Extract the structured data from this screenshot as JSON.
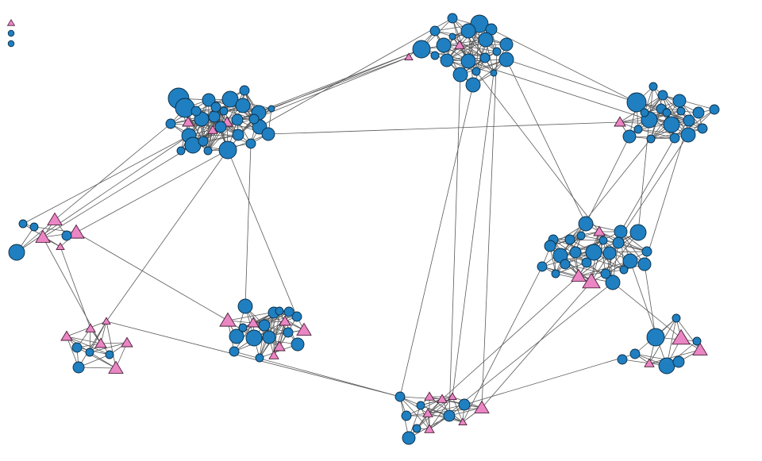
{
  "colors": {
    "node_a": "#1f7fc0",
    "node_b": "#ea86c4",
    "edge": "#5a5a5a"
  },
  "legend": {
    "entries": [
      {
        "shape": "triangle",
        "color": "#ea86c4",
        "label": ""
      },
      {
        "shape": "circle",
        "color": "#1f7fc0",
        "label": ""
      },
      {
        "shape": "circle",
        "color": "#1f7fc0",
        "label": ""
      }
    ]
  },
  "clusters": [
    {
      "id": "c-topcenter",
      "nodes": 22,
      "shape_mix": "mostly-circle"
    },
    {
      "id": "c-topleft",
      "nodes": 30,
      "shape_mix": "mostly-circle"
    },
    {
      "id": "c-topright",
      "nodes": 20,
      "shape_mix": "mostly-circle"
    },
    {
      "id": "c-midright",
      "nodes": 26,
      "shape_mix": "mixed"
    },
    {
      "id": "c-left",
      "nodes": 8,
      "shape_mix": "mixed"
    },
    {
      "id": "c-midcenter",
      "nodes": 20,
      "shape_mix": "mixed"
    },
    {
      "id": "c-bottomleft",
      "nodes": 10,
      "shape_mix": "mostly-triangle"
    },
    {
      "id": "c-bottomright",
      "nodes": 10,
      "shape_mix": "mixed"
    },
    {
      "id": "c-bottomcenter",
      "nodes": 14,
      "shape_mix": "mixed"
    }
  ]
}
